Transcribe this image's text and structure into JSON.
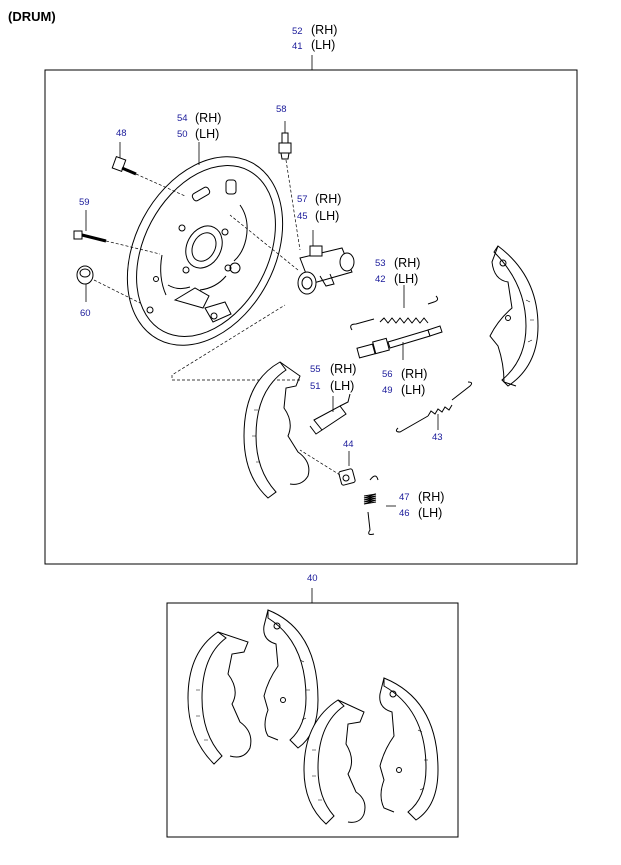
{
  "section_title": "(DRUM)",
  "callouts": {
    "c52": "52",
    "c41": "41",
    "c54": "54",
    "c50": "50",
    "c58": "58",
    "c48": "48",
    "c57": "57",
    "c45": "45",
    "c59": "59",
    "c60": "60",
    "c53": "53",
    "c42": "42",
    "c56": "56",
    "c49": "49",
    "c55": "55",
    "c51": "51",
    "c43": "43",
    "c44": "44",
    "c47": "47",
    "c46": "46",
    "c40": "40"
  },
  "sides": {
    "rh": "(RH)",
    "lh": "(LH)"
  },
  "colors": {
    "callout_number": "#1a1a9a",
    "line_art": "#000000",
    "background": "#ffffff"
  }
}
